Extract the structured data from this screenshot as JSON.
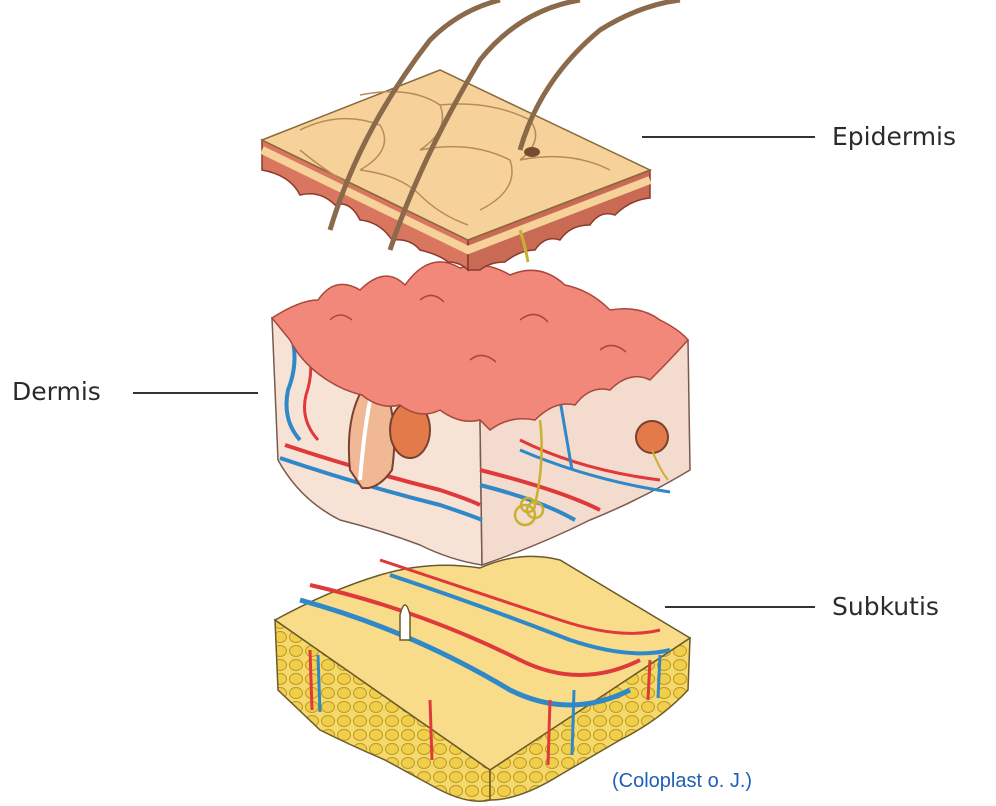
{
  "labels": {
    "epidermis": "Epidermis",
    "dermis": "Dermis",
    "subkutis": "Subkutis"
  },
  "caption": "(Coloplast o. J.)",
  "colors": {
    "epidermis_top": "#f6d29a",
    "epidermis_side": "#d9765f",
    "dermis_top": "#f2887a",
    "dermis_body": "#f7e3d6",
    "subkutis_top": "#f8dc8a",
    "fat_cells": "#f2cf4a",
    "artery": "#e0393b",
    "vein": "#2f88c8",
    "nerve": "#e6cf52",
    "hair": "#8a6a4a",
    "caption": "#1f5fb8"
  }
}
